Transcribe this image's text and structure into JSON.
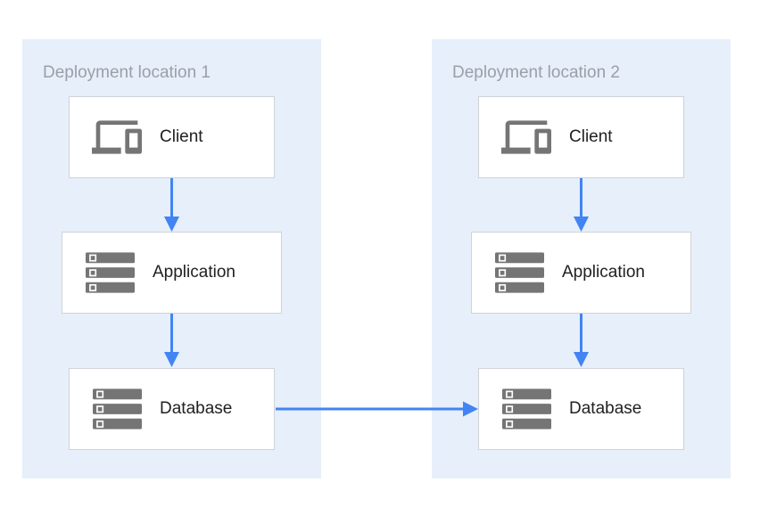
{
  "diagram": {
    "panels": [
      {
        "title": "Deployment location 1",
        "nodes": [
          {
            "label": "Client",
            "icon": "devices-icon"
          },
          {
            "label": "Application",
            "icon": "server-stack-icon"
          },
          {
            "label": "Database",
            "icon": "server-stack-icon"
          }
        ]
      },
      {
        "title": "Deployment location 2",
        "nodes": [
          {
            "label": "Client",
            "icon": "devices-icon"
          },
          {
            "label": "Application",
            "icon": "server-stack-icon"
          },
          {
            "label": "Database",
            "icon": "server-stack-icon"
          }
        ]
      }
    ],
    "connections": [
      {
        "from": "deployment-1-client",
        "to": "deployment-1-application",
        "direction": "down"
      },
      {
        "from": "deployment-1-application",
        "to": "deployment-1-database",
        "direction": "down"
      },
      {
        "from": "deployment-2-client",
        "to": "deployment-2-application",
        "direction": "down"
      },
      {
        "from": "deployment-2-application",
        "to": "deployment-2-database",
        "direction": "down"
      },
      {
        "from": "deployment-1-database",
        "to": "deployment-2-database",
        "direction": "right"
      }
    ],
    "colors": {
      "panel_bg": "#e6effa",
      "arrow": "#4284f3",
      "icon": "#757575",
      "panel_title": "#9aa0a6",
      "node_label": "#212121",
      "node_border": "#cfd3d7",
      "node_bg": "#ffffff",
      "canvas_bg": "#ffffff"
    }
  }
}
